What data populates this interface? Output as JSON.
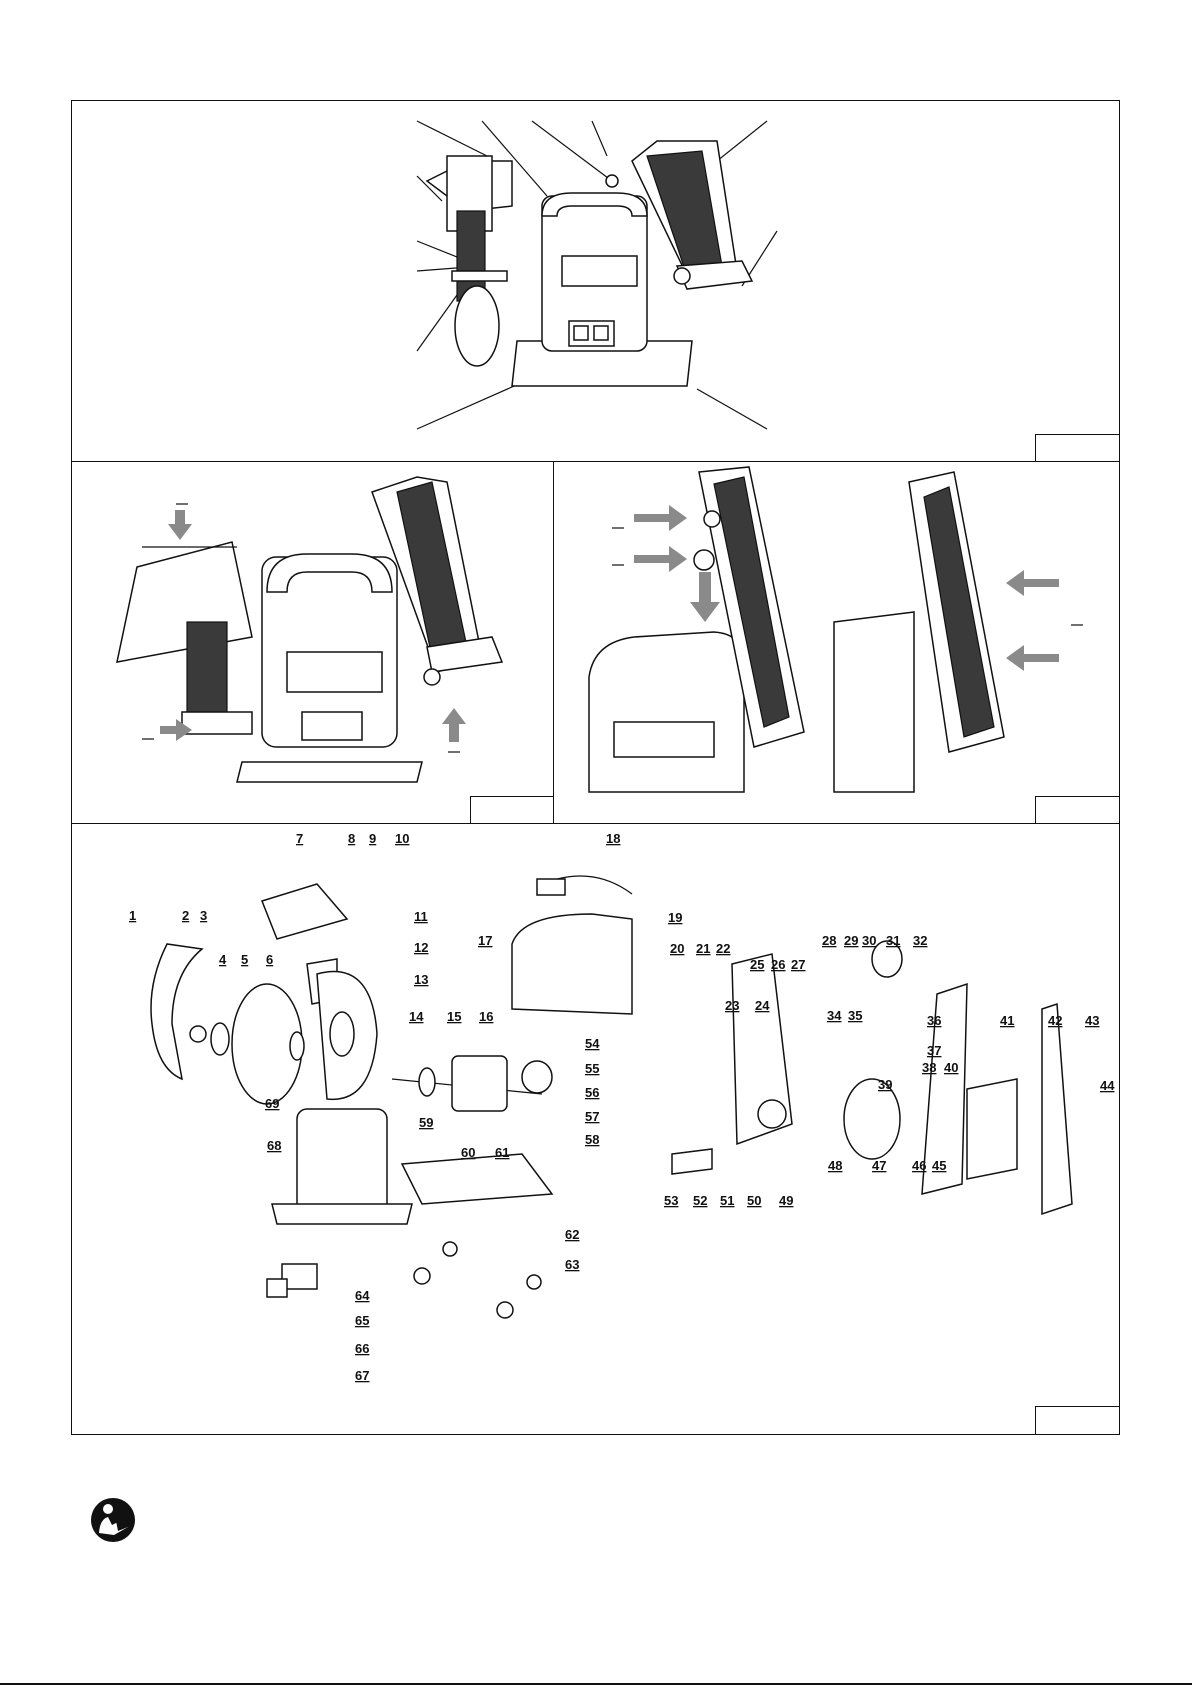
{
  "parts_labels": [
    "1",
    "2",
    "3",
    "4",
    "5",
    "6",
    "7",
    "8",
    "9",
    "10",
    "11",
    "12",
    "13",
    "14",
    "15",
    "16",
    "17",
    "18",
    "19",
    "20",
    "21",
    "22",
    "23",
    "24",
    "25",
    "26",
    "27",
    "28",
    "29",
    "30",
    "31",
    "32",
    "34",
    "35",
    "36",
    "37",
    "38",
    "39",
    "40",
    "41",
    "42",
    "43",
    "44",
    "45",
    "46",
    "47",
    "48",
    "49",
    "50",
    "51",
    "52",
    "53",
    "54",
    "55",
    "56",
    "57",
    "58",
    "59",
    "60",
    "61",
    "62",
    "63",
    "64",
    "65",
    "66",
    "67",
    "68",
    "69"
  ],
  "icons": {
    "manual": "read-manual-icon"
  },
  "colors": {
    "line": "#111111",
    "belt": "#3a3a3a",
    "arrow": "#8a8a8a"
  }
}
